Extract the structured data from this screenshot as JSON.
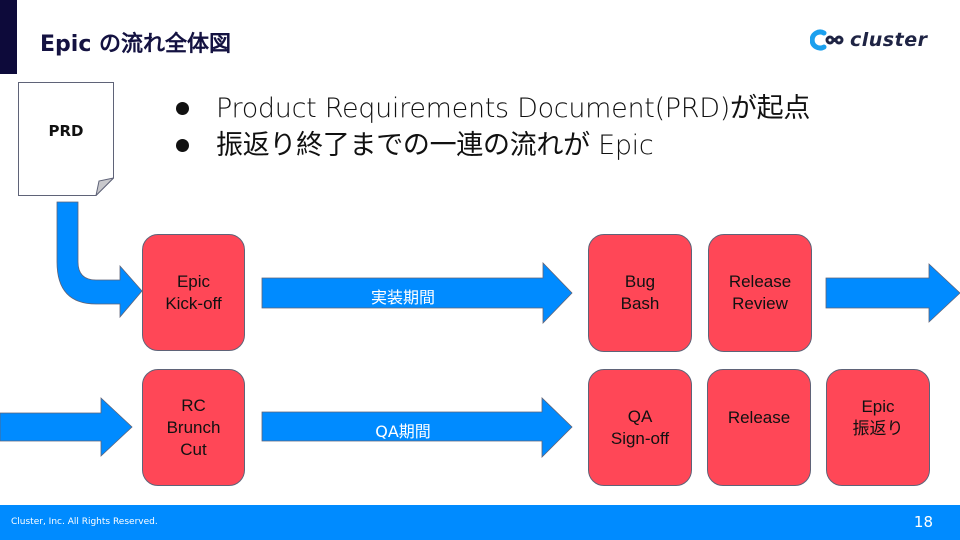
{
  "slide": {
    "title": "Epic の流れ全体図",
    "logo_text": "cluster",
    "logo_icon": "cluster-logo-icon"
  },
  "colors": {
    "accent_dark": "#0d0a3a",
    "arrow_blue": "#008bff",
    "step_red": "#ff4757",
    "footer_blue": "#008bff"
  },
  "prd": {
    "label": "PRD"
  },
  "bullets": [
    "Product Requirements Document(PRD)が起点",
    "振返り終了までの一連の流れが Epic"
  ],
  "row1": {
    "steps": [
      {
        "lines": [
          "Epic",
          "Kick-off"
        ]
      },
      {
        "lines": [
          "Bug",
          "Bash"
        ]
      },
      {
        "lines": [
          "Release",
          "Review"
        ]
      }
    ],
    "arrow_label": "実装期間"
  },
  "row2": {
    "steps": [
      {
        "lines": [
          "RC",
          "Brunch",
          "Cut"
        ]
      },
      {
        "lines": [
          "QA",
          "Sign-off"
        ]
      },
      {
        "lines": [
          "Release"
        ]
      },
      {
        "lines": [
          "Epic",
          "振返り"
        ]
      }
    ],
    "arrow_label": "QA期間"
  },
  "footer": {
    "copyright": "Cluster, Inc. All Rights Reserved.",
    "page_number": "18"
  }
}
